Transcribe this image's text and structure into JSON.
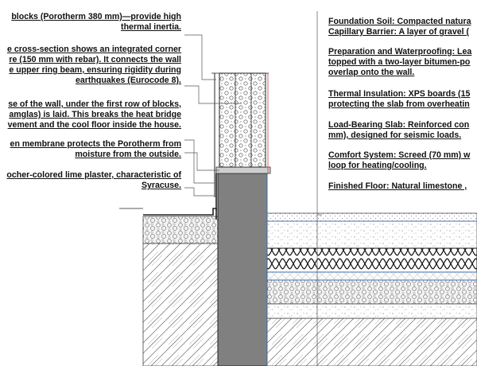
{
  "left_notes": [
    {
      "id": "blocks",
      "lines": [
        "blocks (Porotherm 380 mm)—provide high",
        "thermal inertia."
      ]
    },
    {
      "id": "ring-beam",
      "lines": [
        "e cross-section shows an integrated corner",
        "re (150 mm with rebar). It connects the wall",
        "e upper ring beam, ensuring rigidity during",
        "earthquakes (Eurocode 8)."
      ]
    },
    {
      "id": "thermal-break",
      "lines": [
        "se of the wall, under the first row of blocks,",
        "amglas) is laid. This breaks the heat bridge",
        "vement and the cool floor inside the house."
      ]
    },
    {
      "id": "membrane",
      "lines": [
        "en membrane protects the Porotherm from",
        "moisture from the outside."
      ]
    },
    {
      "id": "plaster",
      "lines": [
        "ocher-colored lime plaster, characteristic of",
        "Syracuse."
      ]
    }
  ],
  "right_notes": [
    {
      "id": "soil",
      "lines": [
        "Foundation Soil: Compacted natura",
        "Capillary Barrier: A layer of gravel ("
      ]
    },
    {
      "id": "waterproofing",
      "lines": [
        "Preparation and Waterproofing: Lea",
        "topped with a two-layer bitumen-po",
        "overlap onto the wall."
      ]
    },
    {
      "id": "insulation",
      "lines": [
        "Thermal Insulation: XPS boards (15",
        "protecting the slab from overheatin"
      ]
    },
    {
      "id": "slab",
      "lines": [
        "Load-Bearing Slab: Reinforced con",
        "mm), designed for seismic loads."
      ]
    },
    {
      "id": "comfort",
      "lines": [
        "Comfort System: Screed (70 mm) w",
        "loop for heating/cooling."
      ]
    },
    {
      "id": "floor",
      "lines": [
        "Finished Floor: Natural limestone ,"
      ]
    }
  ],
  "colors": {
    "concrete": "#808080",
    "line": "#222222",
    "leader": "#555555",
    "accent_blue": "#3a7bd5",
    "accent_red": "#d23c3c",
    "gravel": "#f4f4f4"
  }
}
